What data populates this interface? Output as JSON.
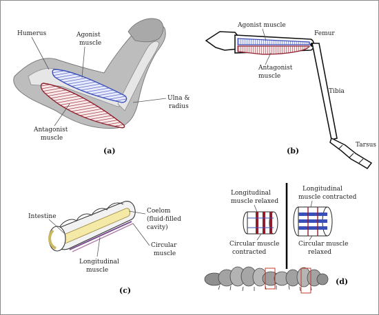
{
  "panel_a": {
    "caption": "(a)",
    "labels": {
      "humerus": "Humerus",
      "agonist": [
        "Agonist",
        "muscle"
      ],
      "antagonist": [
        "Antagonist",
        "muscle"
      ],
      "ulna": [
        "Ulna &",
        "radius"
      ]
    }
  },
  "panel_b": {
    "caption": "(b)",
    "labels": {
      "agonist": "Agonist muscle",
      "antagonist": [
        "Antagonist",
        "muscle"
      ],
      "femur": "Femur",
      "tibia": "Tibia",
      "tarsus": "Tarsus"
    }
  },
  "panel_c": {
    "caption": "(c)",
    "labels": {
      "intestine": "Intestine",
      "coelom": [
        "Coelom",
        "(fluid-filled",
        "cavity)"
      ],
      "circular": [
        "Circular",
        "muscle"
      ],
      "longitudinal": [
        "Longitudinal",
        "muscle"
      ]
    }
  },
  "panel_d": {
    "caption": "(d)",
    "labels": {
      "long_relaxed": [
        "Longitudinal",
        "muscle relaxed"
      ],
      "circ_contracted": [
        "Circular muscle",
        "contracted"
      ],
      "long_contracted": [
        "Longitudinal",
        "muscle contracted"
      ],
      "circ_relaxed": [
        "Circular muscle",
        "relaxed"
      ]
    }
  },
  "colors": {
    "agonist_blue": "#3b4fb8",
    "antagonist_red": "#8f1d2c",
    "bone_gray": "#c8c8c8",
    "skin_gray": "#9a9a9a",
    "intestine_yellow": "#f5e9a8"
  }
}
